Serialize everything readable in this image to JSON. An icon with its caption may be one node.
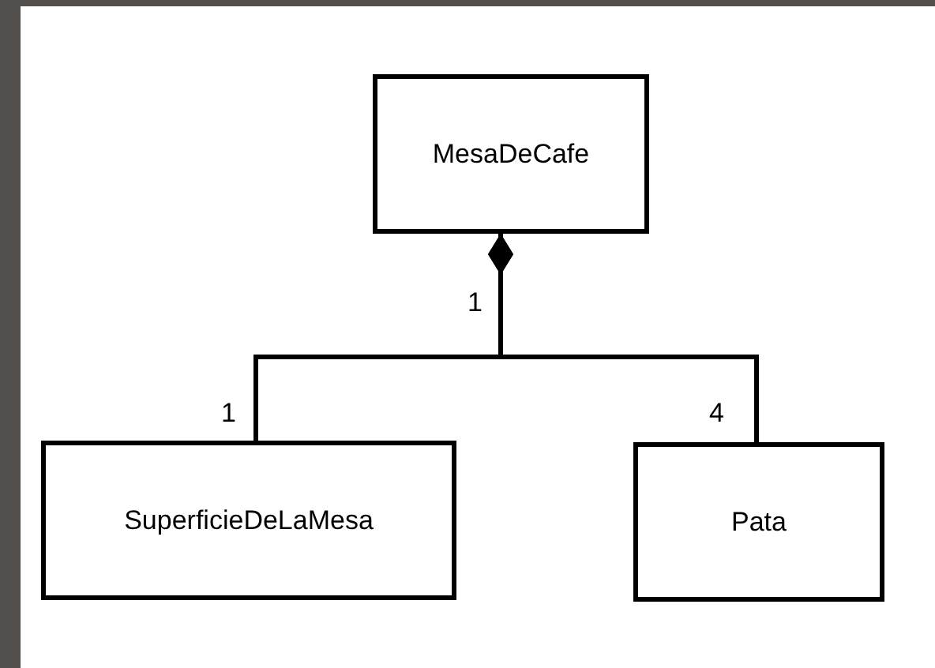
{
  "diagram": {
    "nodes": [
      {
        "text": [
          "MesaDeCafe"
        ]
      },
      {
        "text": [
          "SuperficieDeLaMesa"
        ]
      },
      {
        "text": [
          "Pata"
        ]
      }
    ],
    "edges": [
      {
        "from": 0,
        "to": 1,
        "arrow": "other"
      },
      {
        "from": 0,
        "to": 2,
        "arrow": "other"
      }
    ],
    "labels": [
      "1",
      "1",
      "4"
    ]
  }
}
